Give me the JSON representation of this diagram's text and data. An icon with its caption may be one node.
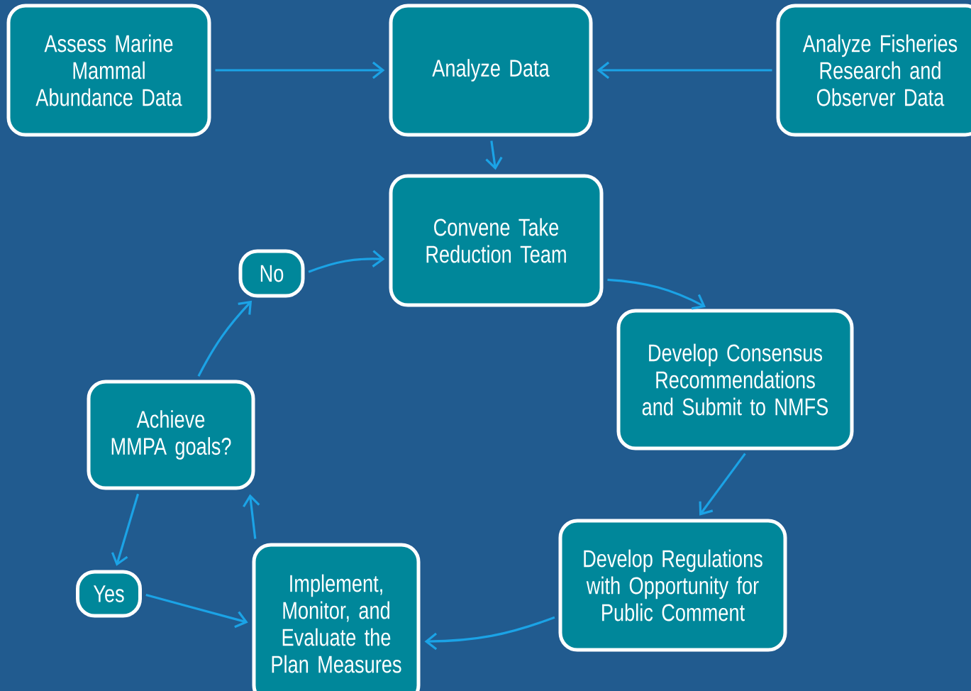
{
  "diagram": {
    "nodes": [
      {
        "text": [
          "Assess Marine Mammal Abundance Data"
        ]
      },
      {
        "text": [
          "Analyze Data"
        ]
      },
      {
        "text": [
          "Analyze Fisheries Research and Observer Data"
        ]
      },
      {
        "text": [
          "Convene Take Reduction Team"
        ]
      },
      {
        "text": [
          "Develop Consensus Recommendations and Submit to NMFS"
        ]
      },
      {
        "text": [
          "Develop Regulations with Opportunity for Public Comment"
        ]
      },
      {
        "text": [
          "Implement, Monitor, and Evaluate the Plan Measures"
        ]
      },
      {
        "text": [
          "Achieve MMPA goals?"
        ]
      },
      {
        "text": [
          "No"
        ]
      },
      {
        "text": [
          "Yes"
        ]
      }
    ],
    "edges": [
      {
        "from": 0,
        "to": 1,
        "arrow": "to"
      },
      {
        "from": 2,
        "to": 1,
        "arrow": "to"
      },
      {
        "from": 1,
        "to": 3,
        "arrow": "to"
      },
      {
        "from": 8,
        "to": 3,
        "arrow": "to"
      },
      {
        "from": 3,
        "to": 4,
        "arrow": "to"
      },
      {
        "from": 4,
        "to": 5,
        "arrow": "to"
      },
      {
        "from": 5,
        "to": 6,
        "arrow": "to"
      },
      {
        "from": 6,
        "to": 7,
        "arrow": "to"
      },
      {
        "from": 7,
        "to": 8,
        "arrow": "to"
      },
      {
        "from": 7,
        "to": 9,
        "arrow": "to"
      },
      {
        "from": 9,
        "to": 6,
        "arrow": "to"
      }
    ]
  }
}
